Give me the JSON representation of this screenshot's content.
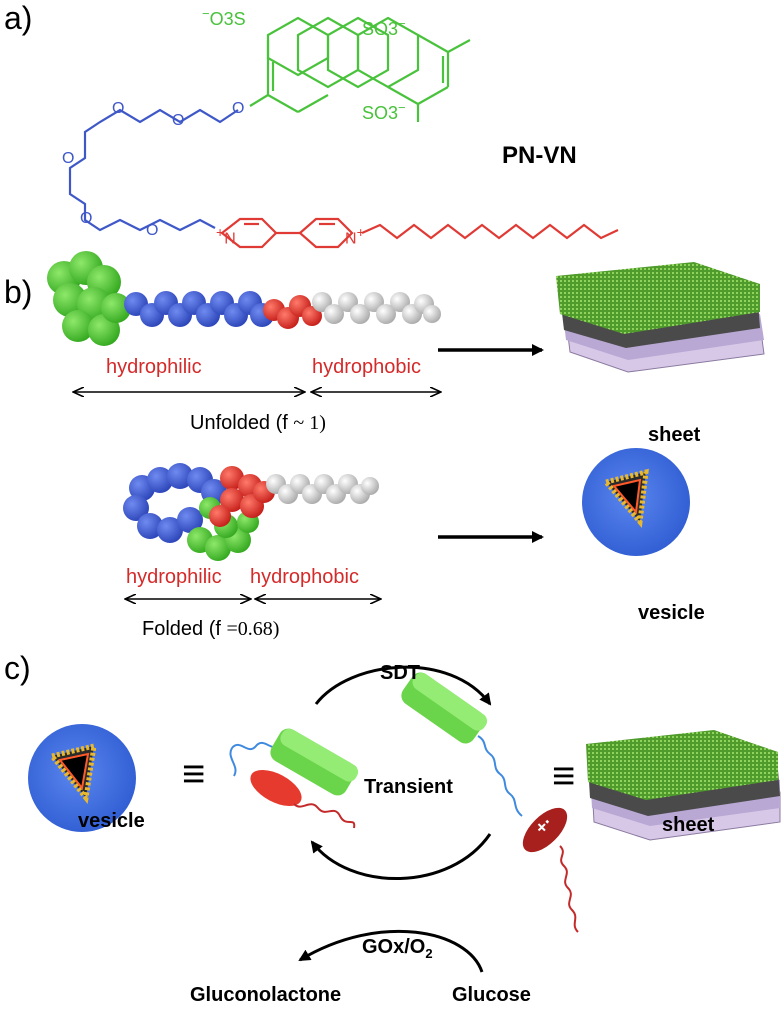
{
  "panels": {
    "a": "a)",
    "b": "b)",
    "c": "c)"
  },
  "molecule": {
    "name": "PN-VN",
    "sulfonate_top_left": "O3S",
    "sulfonate_top_right": "SO3",
    "sulfonate_mid_right": "SO3",
    "charge_minus": "−",
    "charge_plus": "+",
    "nitrogen": "N",
    "oxygen": "O"
  },
  "panel_b": {
    "unfolded": {
      "hydrophilic": "hydrophilic",
      "hydrophobic": "hydrophobic",
      "caption_text": "Unfolded (f",
      "caption_value": "~ 1)",
      "product": "sheet"
    },
    "folded": {
      "hydrophilic": "hydrophilic",
      "hydrophobic": "hydrophobic",
      "caption_text": "Folded (f",
      "caption_value": "=0.68)",
      "product": "vesicle"
    }
  },
  "panel_c": {
    "sdt": "SDT",
    "transient": "Transient",
    "gox": "GOx/O",
    "gox_sub": "2",
    "gluconolactone": "Gluconolactone",
    "glucose": "Glucose",
    "left_label": "vesicle",
    "right_label": "sheet",
    "equiv": "≡",
    "radical": "+·"
  },
  "colors": {
    "pyrene": "#49c23c",
    "linker": "#3f58c8",
    "viologen": "#e03a35",
    "text_red": "#d42a2a",
    "vesicle": "#3d6fe0",
    "sheet_green": "#5aa832"
  }
}
